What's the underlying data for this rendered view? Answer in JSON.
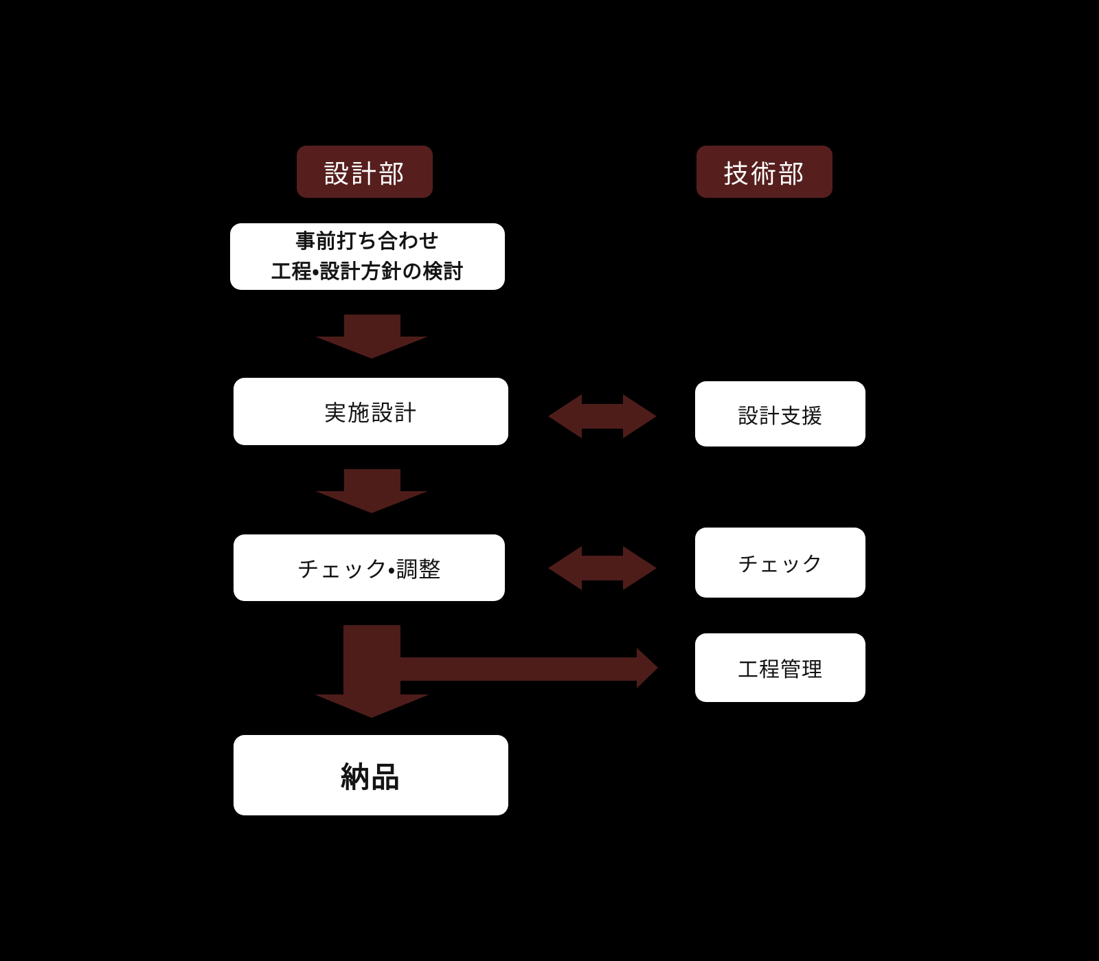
{
  "headers": {
    "design_dept": "設計部",
    "tech_dept": "技術部"
  },
  "nodes": {
    "pre_meeting_line1": "事前打ち合わせ",
    "pre_meeting_line2": "工程・設計方針の検討",
    "detailed_design": "実施設計",
    "check_adjust": "チェック・調整",
    "delivery": "納品",
    "design_support": "設計支援",
    "check": "チェック",
    "process_control": "工程管理"
  },
  "arrows": [
    {
      "type": "down",
      "from": "pre_meeting",
      "to": "detailed_design"
    },
    {
      "type": "both",
      "from": "detailed_design",
      "to": "design_support"
    },
    {
      "type": "down",
      "from": "detailed_design",
      "to": "check_adjust"
    },
    {
      "type": "both",
      "from": "check_adjust",
      "to": "check"
    },
    {
      "type": "down",
      "from": "check_adjust",
      "to": "delivery"
    },
    {
      "type": "right",
      "from": "check_adjust",
      "to": "process_control"
    }
  ],
  "colors": {
    "background": "#000000",
    "header_bg": "#561f1e",
    "header_text": "#ffffff",
    "arrow": "#4e1d1a",
    "node_bg": "#ffffff",
    "node_text": "#141414"
  }
}
